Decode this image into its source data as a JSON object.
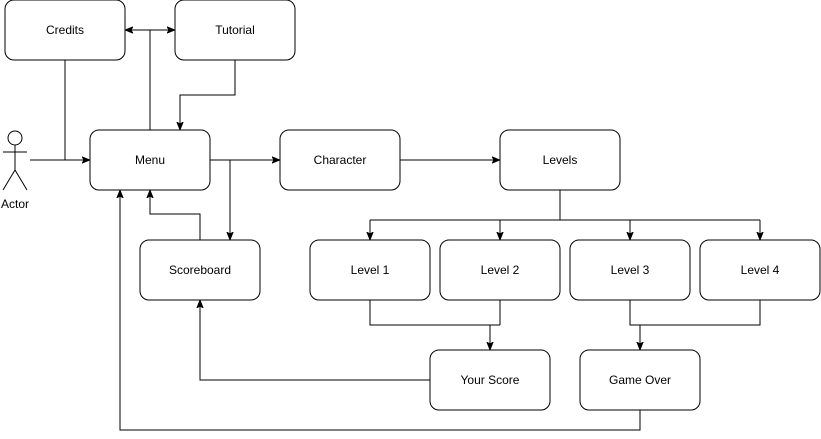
{
  "diagram": {
    "actor": {
      "label": "Actor"
    },
    "nodes": {
      "credits": "Credits",
      "tutorial": "Tutorial",
      "menu": "Menu",
      "character": "Character",
      "levels": "Levels",
      "scoreboard": "Scoreboard",
      "level1": "Level 1",
      "level2": "Level 2",
      "level3": "Level 3",
      "level4": "Level 4",
      "your_score": "Your Score",
      "game_over": "Game Over"
    },
    "edges": [
      {
        "from": "actor",
        "to": "menu"
      },
      {
        "from": "credits",
        "to": "menu"
      },
      {
        "from": "menu",
        "to": "credits"
      },
      {
        "from": "menu",
        "to": "tutorial"
      },
      {
        "from": "tutorial",
        "to": "menu"
      },
      {
        "from": "menu",
        "to": "character"
      },
      {
        "from": "menu",
        "to": "scoreboard"
      },
      {
        "from": "scoreboard",
        "to": "menu"
      },
      {
        "from": "character",
        "to": "levels"
      },
      {
        "from": "levels",
        "to": "level1"
      },
      {
        "from": "levels",
        "to": "level2"
      },
      {
        "from": "levels",
        "to": "level3"
      },
      {
        "from": "levels",
        "to": "level4"
      },
      {
        "from": "level1",
        "to": "your_score"
      },
      {
        "from": "level2",
        "to": "your_score"
      },
      {
        "from": "level3",
        "to": "game_over"
      },
      {
        "from": "level4",
        "to": "game_over"
      },
      {
        "from": "your_score",
        "to": "scoreboard"
      },
      {
        "from": "game_over",
        "to": "menu"
      }
    ]
  }
}
